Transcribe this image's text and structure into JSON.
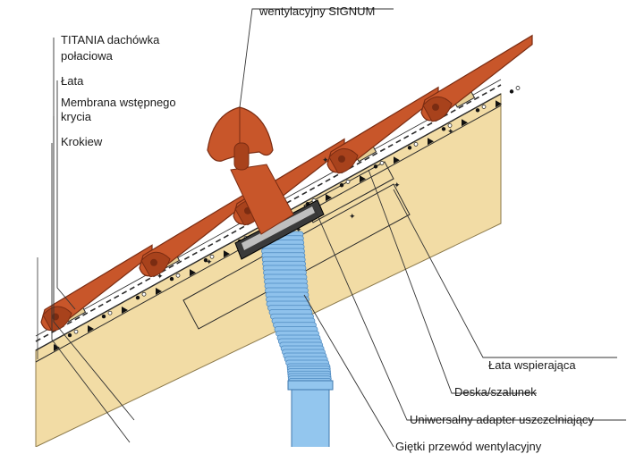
{
  "labels": {
    "signum": "wentylacyjny SIGNUM",
    "titania_line1": "TITANIA dachówka",
    "titania_line2": "połaciowa",
    "lata": "Łata",
    "membrana_line1": "Membrana wstępnego",
    "membrana_line2": "krycia",
    "krokiew": "Krokiew",
    "lata_wspierajaca": "Łata wspierająca",
    "deska": "Deska/szalunek",
    "adapter": "Uniwersalny adapter uszczelniający",
    "bottom_partial": "Giętki przewód wentylacyjny"
  },
  "colors": {
    "rafter": "#f2dca5",
    "rafter_edge": "#8c7a4c",
    "tile": "#c8562a",
    "tile_dark": "#7a2c12",
    "tile_mid": "#a8421c",
    "batten": "#e6cf96",
    "flex_pipe": "#8fc2ec",
    "flex_rib": "#4f8ac0",
    "pipe": "#93c6ee",
    "pipe_edge": "#3f78ae",
    "outline": "#2a2a2a",
    "adapter": "#3a3a3a"
  }
}
